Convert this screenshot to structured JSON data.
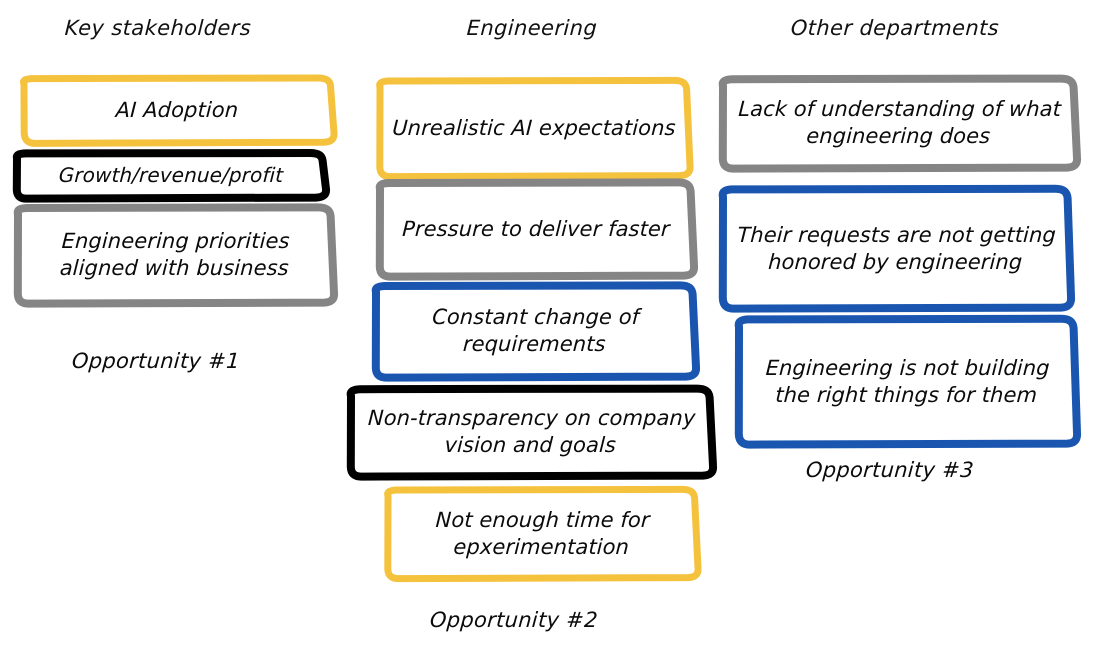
{
  "palette": {
    "yellow": "#F5C23E",
    "black": "#000000",
    "gray": "#858585",
    "blue": "#1A56B0",
    "background": "#FFFFFF",
    "text": "#0B0B0B"
  },
  "columns": [
    {
      "id": "key-stakeholders",
      "header": "Key stakeholders",
      "opportunity": "Opportunity #1",
      "notes": [
        {
          "text": "AI Adoption",
          "color": "yellow"
        },
        {
          "text": "Growth/revenue/profit",
          "color": "black"
        },
        {
          "text": "Engineering priorities aligned with business",
          "color": "gray"
        }
      ]
    },
    {
      "id": "engineering",
      "header": "Engineering",
      "opportunity": "Opportunity #2",
      "notes": [
        {
          "text": "Unrealistic AI expectations",
          "color": "yellow"
        },
        {
          "text": "Pressure to deliver faster",
          "color": "gray"
        },
        {
          "text": "Constant change of requirements",
          "color": "blue"
        },
        {
          "text": "Non-transparency on company vision and goals",
          "color": "black"
        },
        {
          "text": "Not enough time for epxerimentation",
          "color": "yellow"
        }
      ]
    },
    {
      "id": "other-departments",
      "header": "Other departments",
      "opportunity": "Opportunity #3",
      "notes": [
        {
          "text": "Lack of understanding of what engineering does",
          "color": "gray"
        },
        {
          "text": "Their requests are not getting honored by engineering",
          "color": "blue"
        },
        {
          "text": "Engineering is not building the right things for them",
          "color": "blue"
        }
      ]
    }
  ],
  "headers": {
    "key_stakeholders": "Key stakeholders",
    "engineering": "Engineering",
    "other_departments": "Other departments"
  },
  "opportunities": {
    "one": "Opportunity #1",
    "two": "Opportunity #2",
    "three": "Opportunity #3"
  },
  "notes": {
    "c1n1": "AI Adoption",
    "c1n2": "Growth/revenue/profit",
    "c1n3": "Engineering priorities aligned with business",
    "c2n1": "Unrealistic AI expectations",
    "c2n2": "Pressure to deliver faster",
    "c2n3": "Constant change of requirements",
    "c2n4": "Non-transparency on company vision and goals",
    "c2n5": "Not enough time for epxerimentation",
    "c3n1": "Lack of understanding of what engineering does",
    "c3n2": "Their requests are not getting honored by engineering",
    "c3n3": "Engineering is not building the right things for them"
  }
}
